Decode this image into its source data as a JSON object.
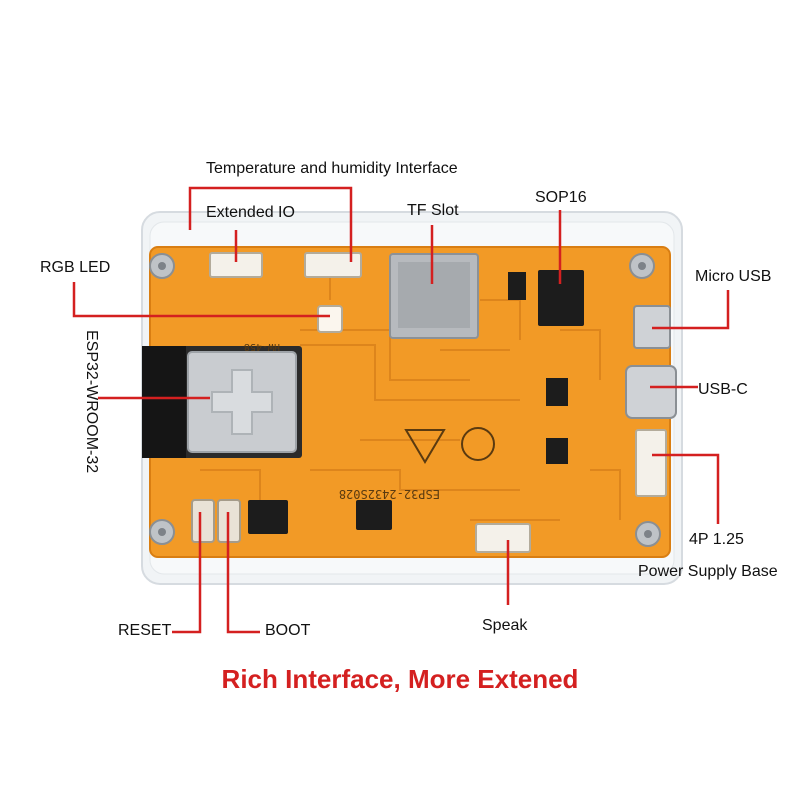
{
  "labels": {
    "temperature_humidity": "Temperature and humidity Interface",
    "extended_io": "Extended IO",
    "tf_slot": "TF Slot",
    "sop16": "SOP16",
    "rgb_led": "RGB LED",
    "micro_usb": "Micro USB",
    "usb_c": "USB-C",
    "esp32": "ESP32-WROOM-32",
    "power_4p": "4P 1.25",
    "power_base": "Power Supply Base",
    "reset": "RESET",
    "boot": "BOOT",
    "speak": "Speak"
  },
  "board_text": {
    "model": "ESP32-2432S028",
    "module_label": "HW-458"
  },
  "caption": "Rich Interface, More Extened",
  "colors": {
    "board": "#f29a26",
    "board_edge": "#d97e12",
    "callout_line": "#d42020",
    "caption": "#d42020",
    "acrylic": "#eef2f5",
    "module_shield": "#c9ccd0",
    "chip": "#1c1c1c"
  }
}
